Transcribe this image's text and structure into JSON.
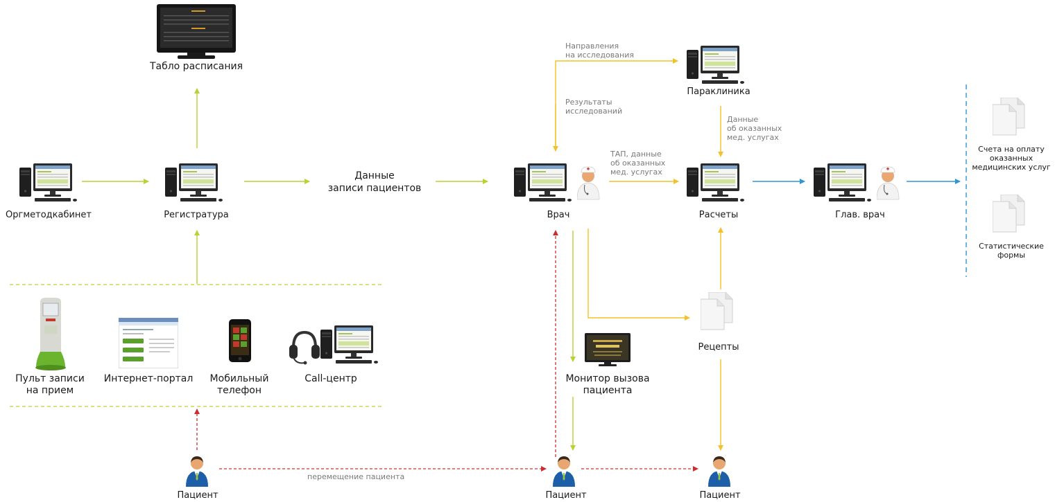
{
  "nodes": {
    "board": "Табло расписания",
    "orgmet": "Оргметодкабинет",
    "registry": "Регистратура",
    "patient_data": "Данные\nзаписи пациентов",
    "doctor": "Врач",
    "paraclinic": "Параклиника",
    "calculations": "Расчеты",
    "chief_doctor": "Глав. врач",
    "recipes": "Рецепты",
    "monitor": "Монитор вызова\nпациента",
    "kiosk": "Пульт записи\nна прием",
    "portal": "Интернет-портал",
    "mobile": "Мобильный\nтелефон",
    "callcenter": "Call-центр",
    "patient1": "Пациент",
    "patient2": "Пациент",
    "patient3": "Пациент"
  },
  "notes": {
    "referrals": "Направления\nна исследования",
    "results": "Результаты\nисследований",
    "tap": "ТАП, данные\nоб оказанных\nмед. услугах",
    "services": "Данные\nоб оказанных\nмед. услугах",
    "movement": "перемещение пациента"
  },
  "documents": {
    "invoices": "Счета на оплату\nоказанных\nмедицинских услуг",
    "stats": "Статистические\nформы"
  },
  "colors": {
    "green": "#b7d333",
    "yellow": "#f2c22a",
    "blue": "#2f95d6",
    "red": "#cc2e2e"
  }
}
